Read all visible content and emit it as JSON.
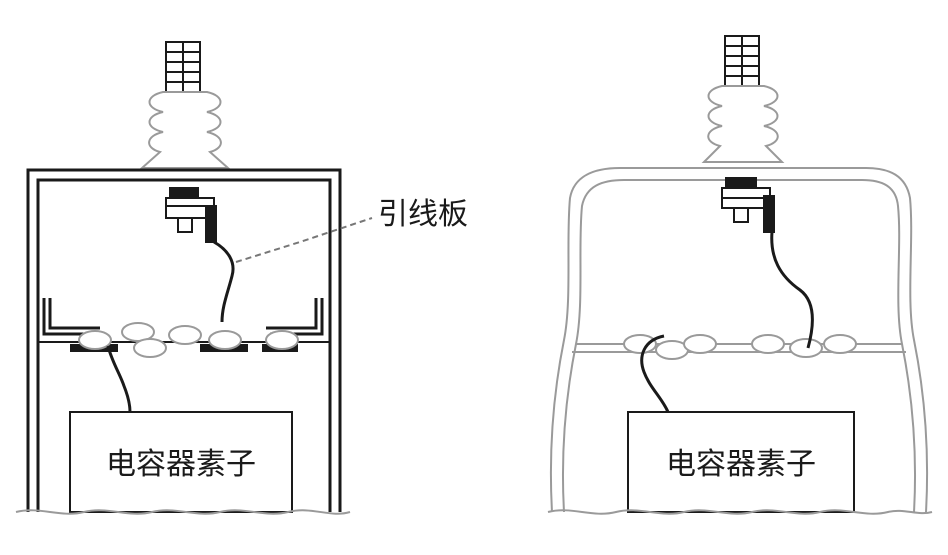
{
  "diagram": {
    "left_panel": {
      "element_label": "电容器素子"
    },
    "right_panel": {
      "element_label": "电容器素子"
    },
    "callout": {
      "lead_plate_label": "引线板"
    },
    "colors": {
      "ink": "#1a1a1a",
      "light_ink": "#9a9a9a",
      "background": "#ffffff"
    }
  }
}
